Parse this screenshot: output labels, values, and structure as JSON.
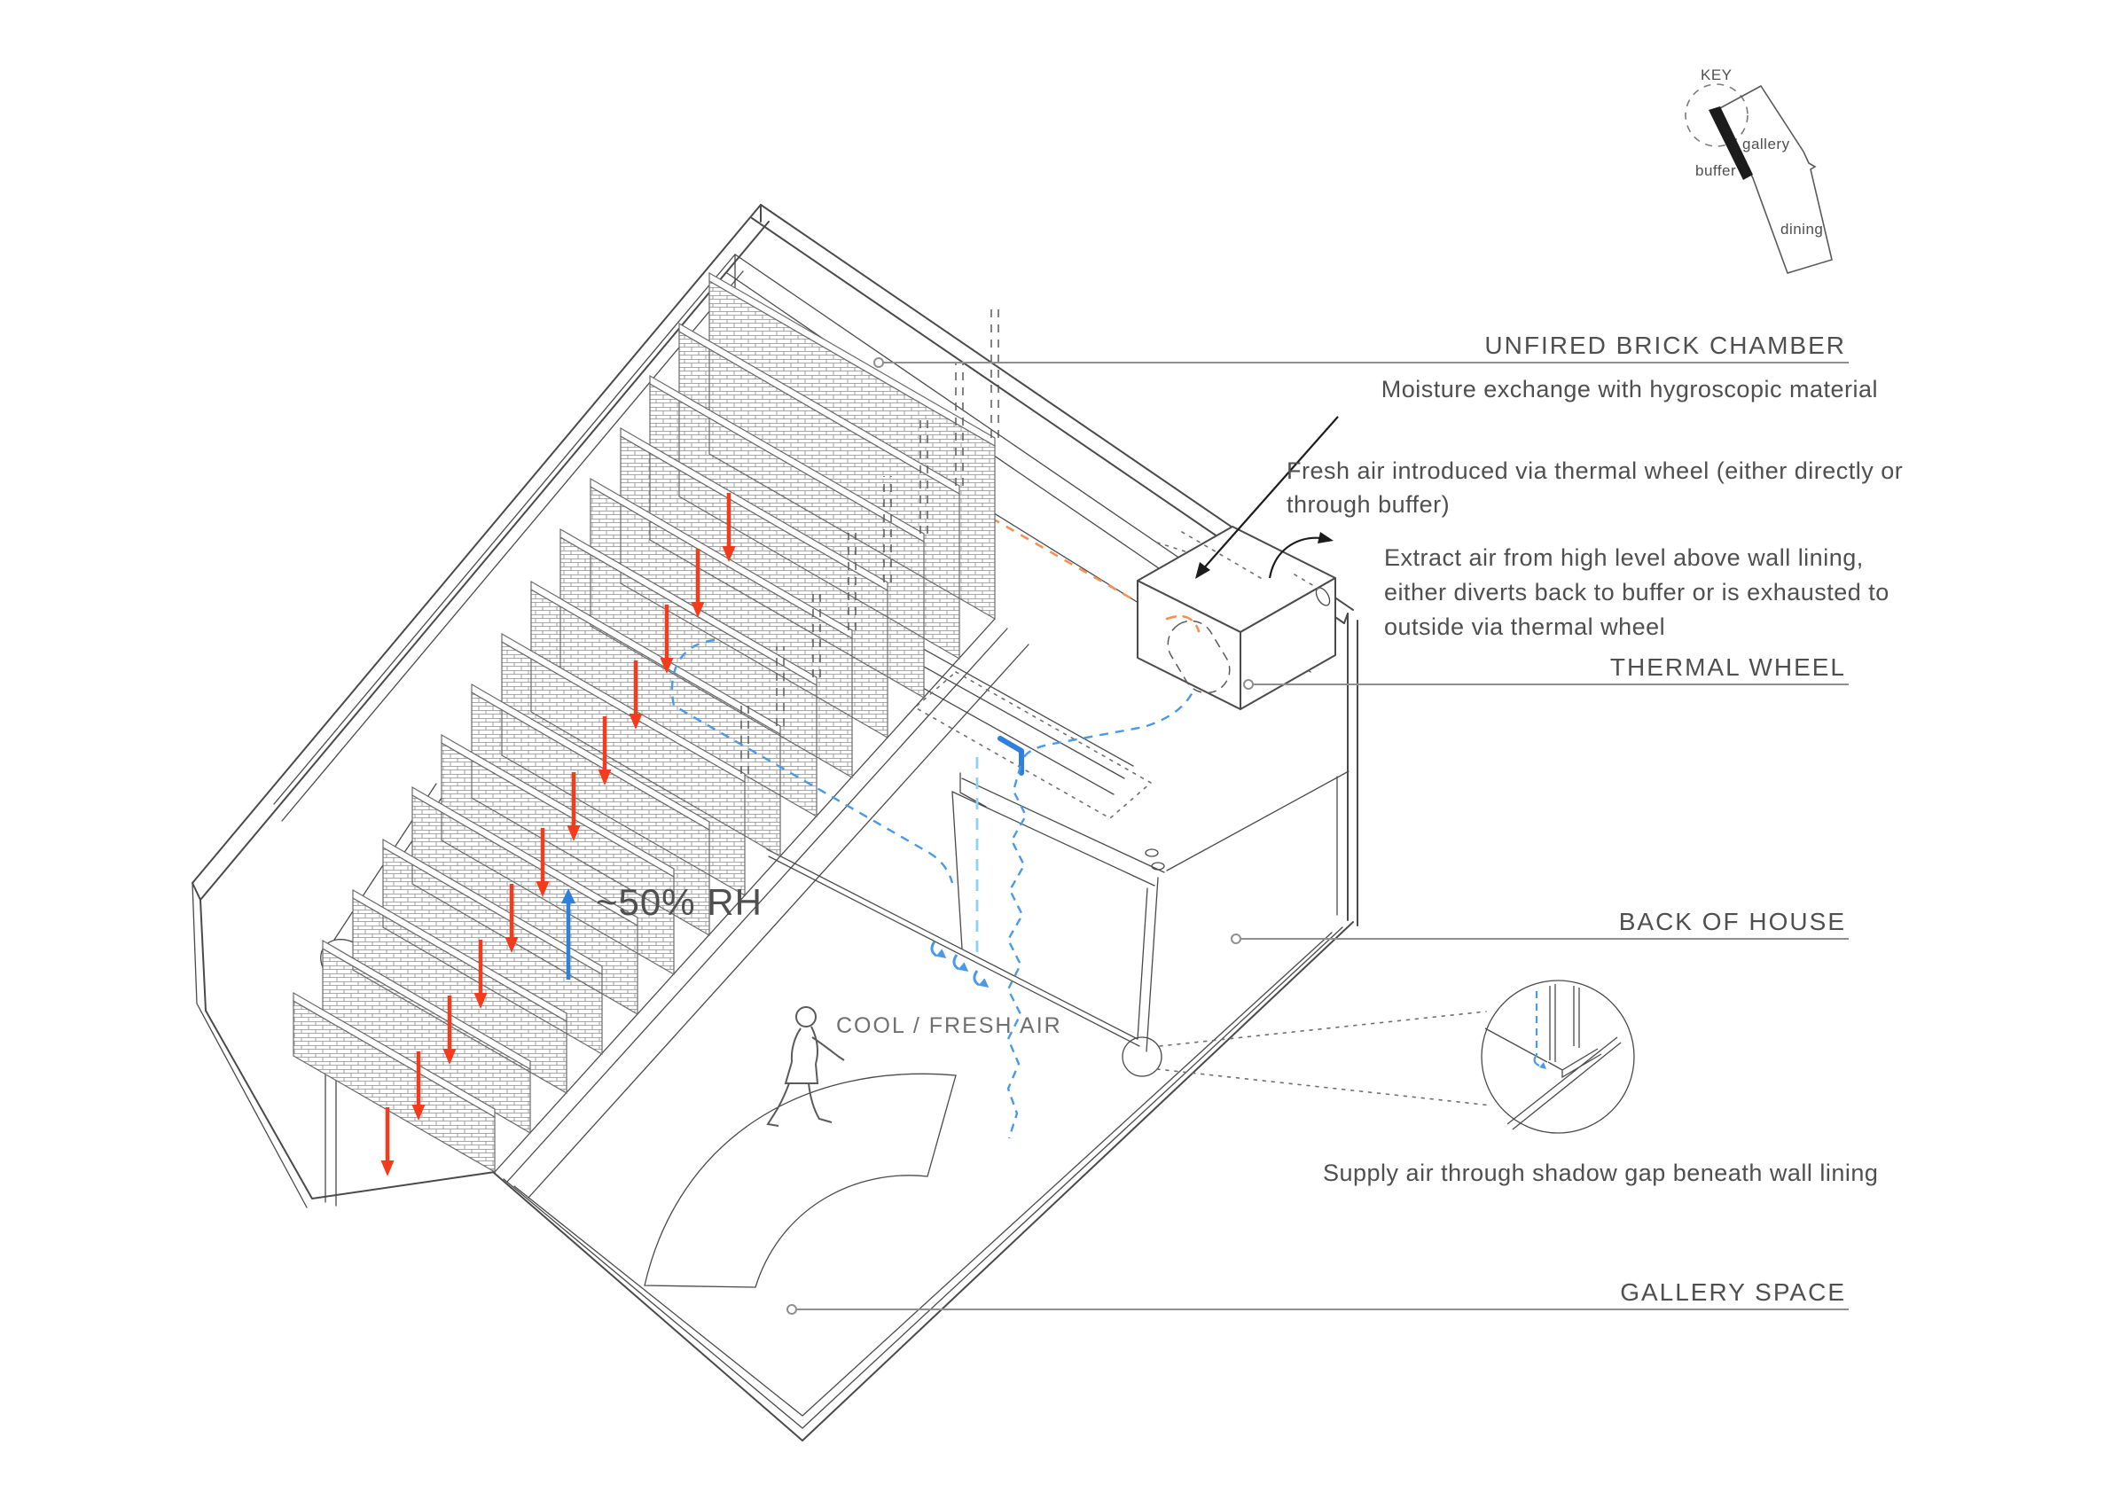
{
  "title": "Environmental strategy axonometric — unfired brick buffer and gallery ventilation",
  "colors": {
    "line": "#4a4a4a",
    "leader": "#8f8f8f",
    "text": "#4f4f4f",
    "red_arrow": "#f63b1d",
    "orange_dash": "#f79055",
    "blue_dash": "#4a99e8",
    "blue_solid": "#2f7fdc",
    "blue_light": "#8ad4f3",
    "black": "#1c1c1c"
  },
  "key_plan": {
    "title": "KEY",
    "labels": {
      "gallery": "gallery",
      "buffer": "buffer",
      "dining": "dining"
    }
  },
  "annotations": {
    "unfired_brick_chamber": "UNFIRED BRICK CHAMBER",
    "unfired_brick_chamber_sub": "Moisture exchange with hygroscopic material",
    "fresh_air": {
      "lines": [
        "Fresh air introduced via thermal wheel (either directly or",
        "through buffer)"
      ]
    },
    "extract_air": {
      "lines": [
        "Extract air from high level above wall lining,",
        "either diverts back to buffer or is exhausted to",
        "outside via thermal wheel"
      ]
    },
    "thermal_wheel": "THERMAL WHEEL",
    "back_of_house": "BACK OF HOUSE",
    "supply_air": "Supply air through shadow gap beneath wall lining",
    "gallery_space": "GALLERY SPACE"
  },
  "drawing_labels": {
    "relative_humidity": "~50% RH",
    "cool_fresh_air": "COOL / FRESH AIR"
  }
}
